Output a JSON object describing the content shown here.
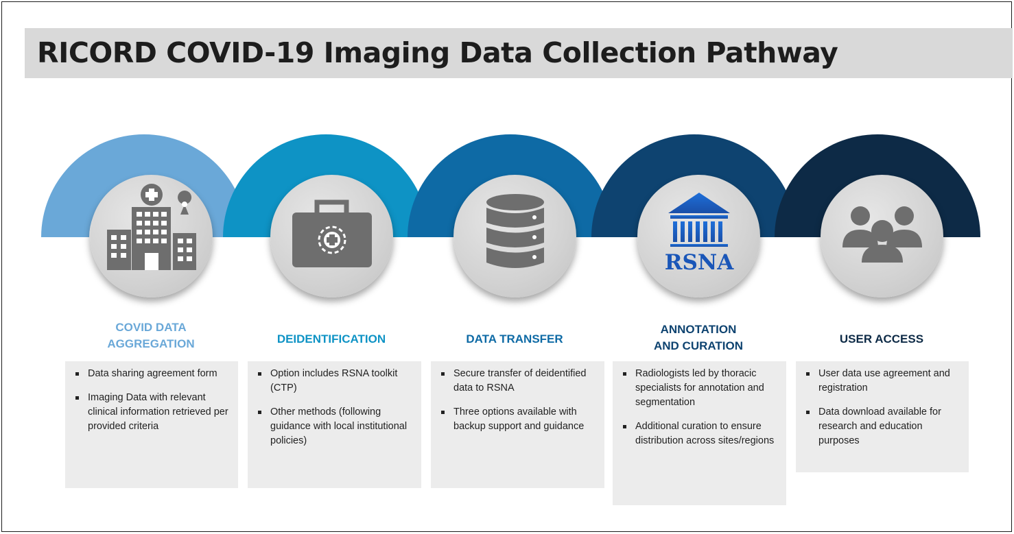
{
  "title": "RICORD COVID-19 Imaging Data Collection Pathway",
  "colors": {
    "stage1": "#6aa8d8",
    "stage2": "#0e93c5",
    "stage3": "#0e6aa5",
    "stage4": "#0e4370",
    "stage5": "#0d2a46",
    "icon_gray": "#6e6e6e",
    "box_bg": "#ececec"
  },
  "stages": [
    {
      "icon": "hospital-building-icon",
      "title_lines": [
        "COVID DATA",
        "AGGREGATION"
      ],
      "bullets": [
        "Data sharing agreement form",
        "Imaging Data with relevant clinical information retrieved per provided criteria"
      ]
    },
    {
      "icon": "medical-kit-icon",
      "title_lines": [
        "DEIDENTIFICATION"
      ],
      "bullets": [
        "Option includes RSNA toolkit (CTP)",
        "Other methods (following guidance with local institutional policies)"
      ]
    },
    {
      "icon": "database-icon",
      "title_lines": [
        "DATA TRANSFER"
      ],
      "bullets": [
        "Secure transfer of deidentified data to RSNA",
        "Three options available with backup support and guidance"
      ]
    },
    {
      "icon": "rsna-logo-icon",
      "logo_text": "RSNA",
      "title_lines": [
        "ANNOTATION",
        "AND CURATION"
      ],
      "bullets": [
        "Radiologists led by thoracic specialists for annotation and segmentation",
        "Additional curation to ensure distribution across sites/regions"
      ]
    },
    {
      "icon": "user-group-icon",
      "title_lines": [
        "USER ACCESS"
      ],
      "bullets": [
        "User data use agreement and registration",
        "Data download available for research and education purposes"
      ]
    }
  ]
}
